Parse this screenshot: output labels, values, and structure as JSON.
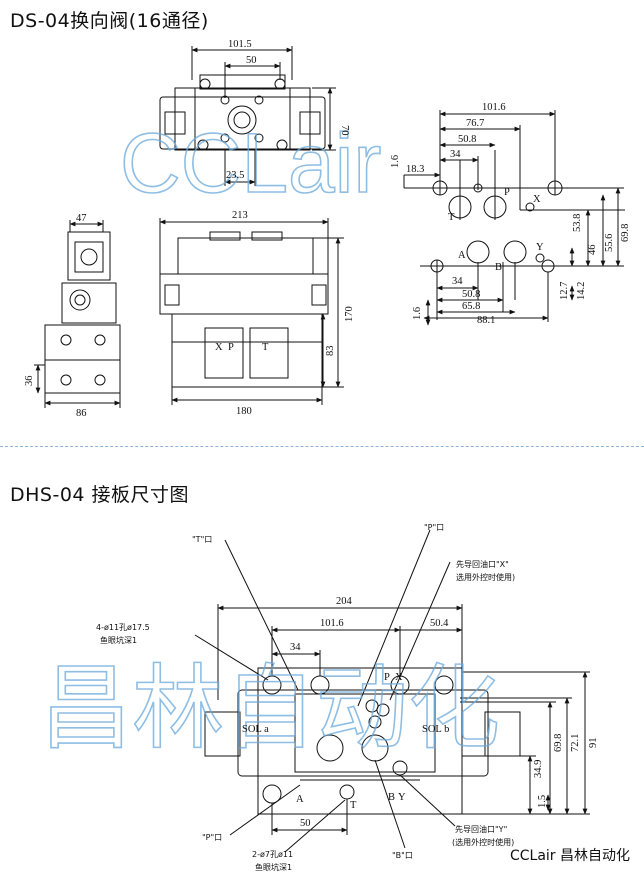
{
  "section1": {
    "title": "DS-04换向阀(16通径)"
  },
  "section2": {
    "title": "DHS-04 接板尺寸图"
  },
  "watermarks": {
    "top": "CCLair",
    "bottom": "昌林自动化"
  },
  "brand": "CCLair 昌林自动化",
  "dims_top": {
    "d101_5": "101.5",
    "d50": "50",
    "d70": "70",
    "d23_5": "23.5",
    "d47": "47",
    "d213": "213",
    "d170": "170",
    "d83": "83",
    "d36": "36",
    "d86": "86",
    "d180": "180",
    "label_xp_x": "X",
    "label_xp_p": "P",
    "label_t": "T"
  },
  "dims_right": {
    "d101_6": "101.6",
    "d76_7": "76.7",
    "d50_8": "50.8",
    "d34": "34",
    "d18_3": "18.3",
    "d1_6": "1.6",
    "d46": "46",
    "d53_8": "53.8",
    "d55_6": "55.6",
    "d69_8": "69.8",
    "d12_7": "12.7",
    "d14_2": "14.2",
    "d34b": "34",
    "d50_8b": "50.8",
    "d65_8": "65.8",
    "d88_1": "88.1",
    "d1_6b": "1.6",
    "lT": "T",
    "lP": "P",
    "lX": "X",
    "lA": "A",
    "lB": "B",
    "lY": "Y"
  },
  "dims_bottom": {
    "d204": "204",
    "d101_6": "101.6",
    "d50_4": "50.4",
    "d34": "34",
    "d50": "50",
    "d91": "91",
    "d72_1": "72.1",
    "d69_8": "69.8",
    "d34_9": "34.9",
    "d1_5": "1.5",
    "sol_a": "SOL a",
    "sol_b": "SOL b",
    "pX_P": "P",
    "pX_X": "X",
    "pA": "A",
    "pB": "B",
    "pY": "Y",
    "pT": "T"
  },
  "notes": {
    "t_port": "\"T\"口",
    "p_port_top": "\"P\"口",
    "x_port_1": "先导回油口\"X\"",
    "x_port_2": "选用外控时使用)",
    "holes_1": "4-ø11孔ø17.5",
    "holes_2": "鱼眼坑深1",
    "p_port_bottom": "\"P\"口",
    "holes7_1": "2-ø7孔ø11",
    "holes7_2": "鱼眼坑深1",
    "b_port": "\"B\"口",
    "y_port_1": "先导回油口\"Y\"",
    "y_port_2": "(选用外控时使用)"
  }
}
